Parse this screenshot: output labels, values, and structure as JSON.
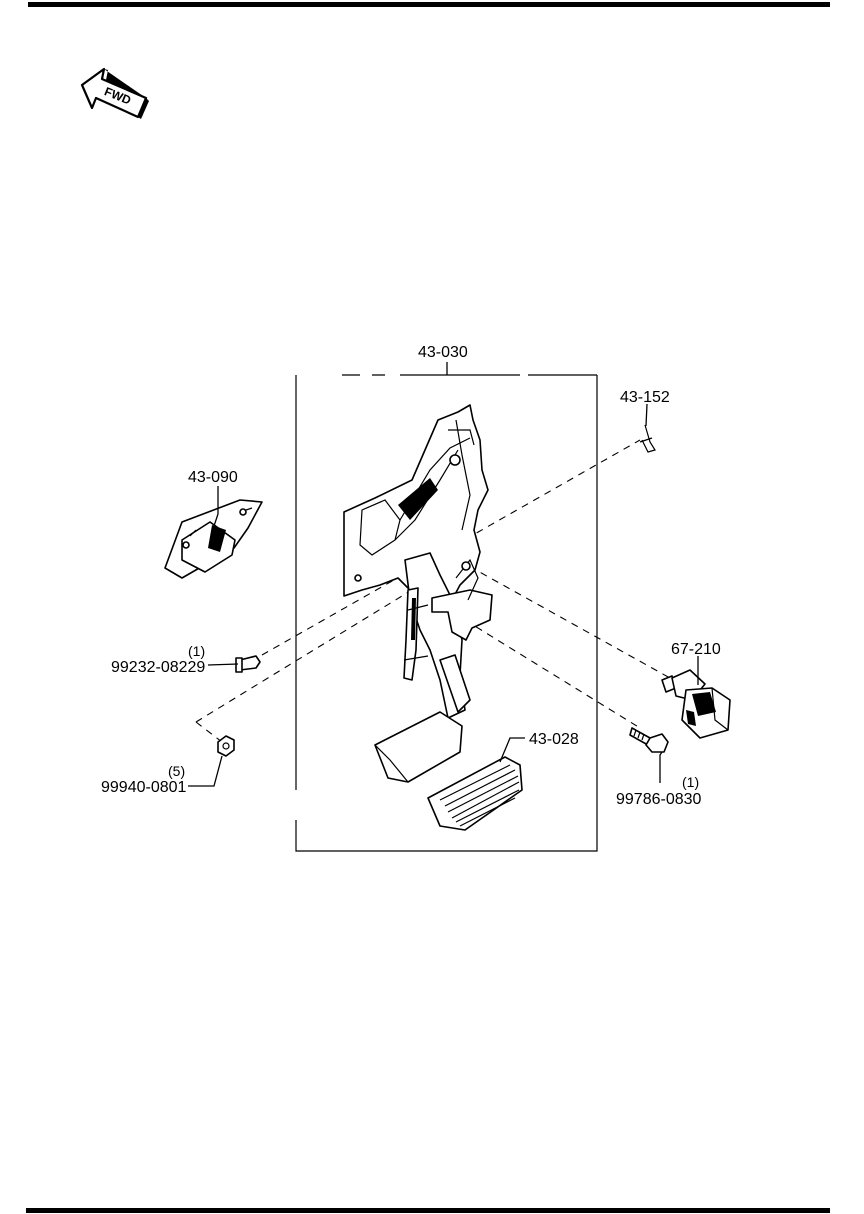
{
  "fwd_label": "FWD",
  "callouts": {
    "assembly": "43-030",
    "clip": "43-152",
    "stopper": "43-090",
    "switch": "67-210",
    "pad": "43-028",
    "pin": "99232-08229",
    "nut": "99940-0801",
    "bolt": "99786-0830"
  },
  "quantities": {
    "pin": "(1)",
    "nut": "(5)",
    "bolt": "(1)"
  }
}
